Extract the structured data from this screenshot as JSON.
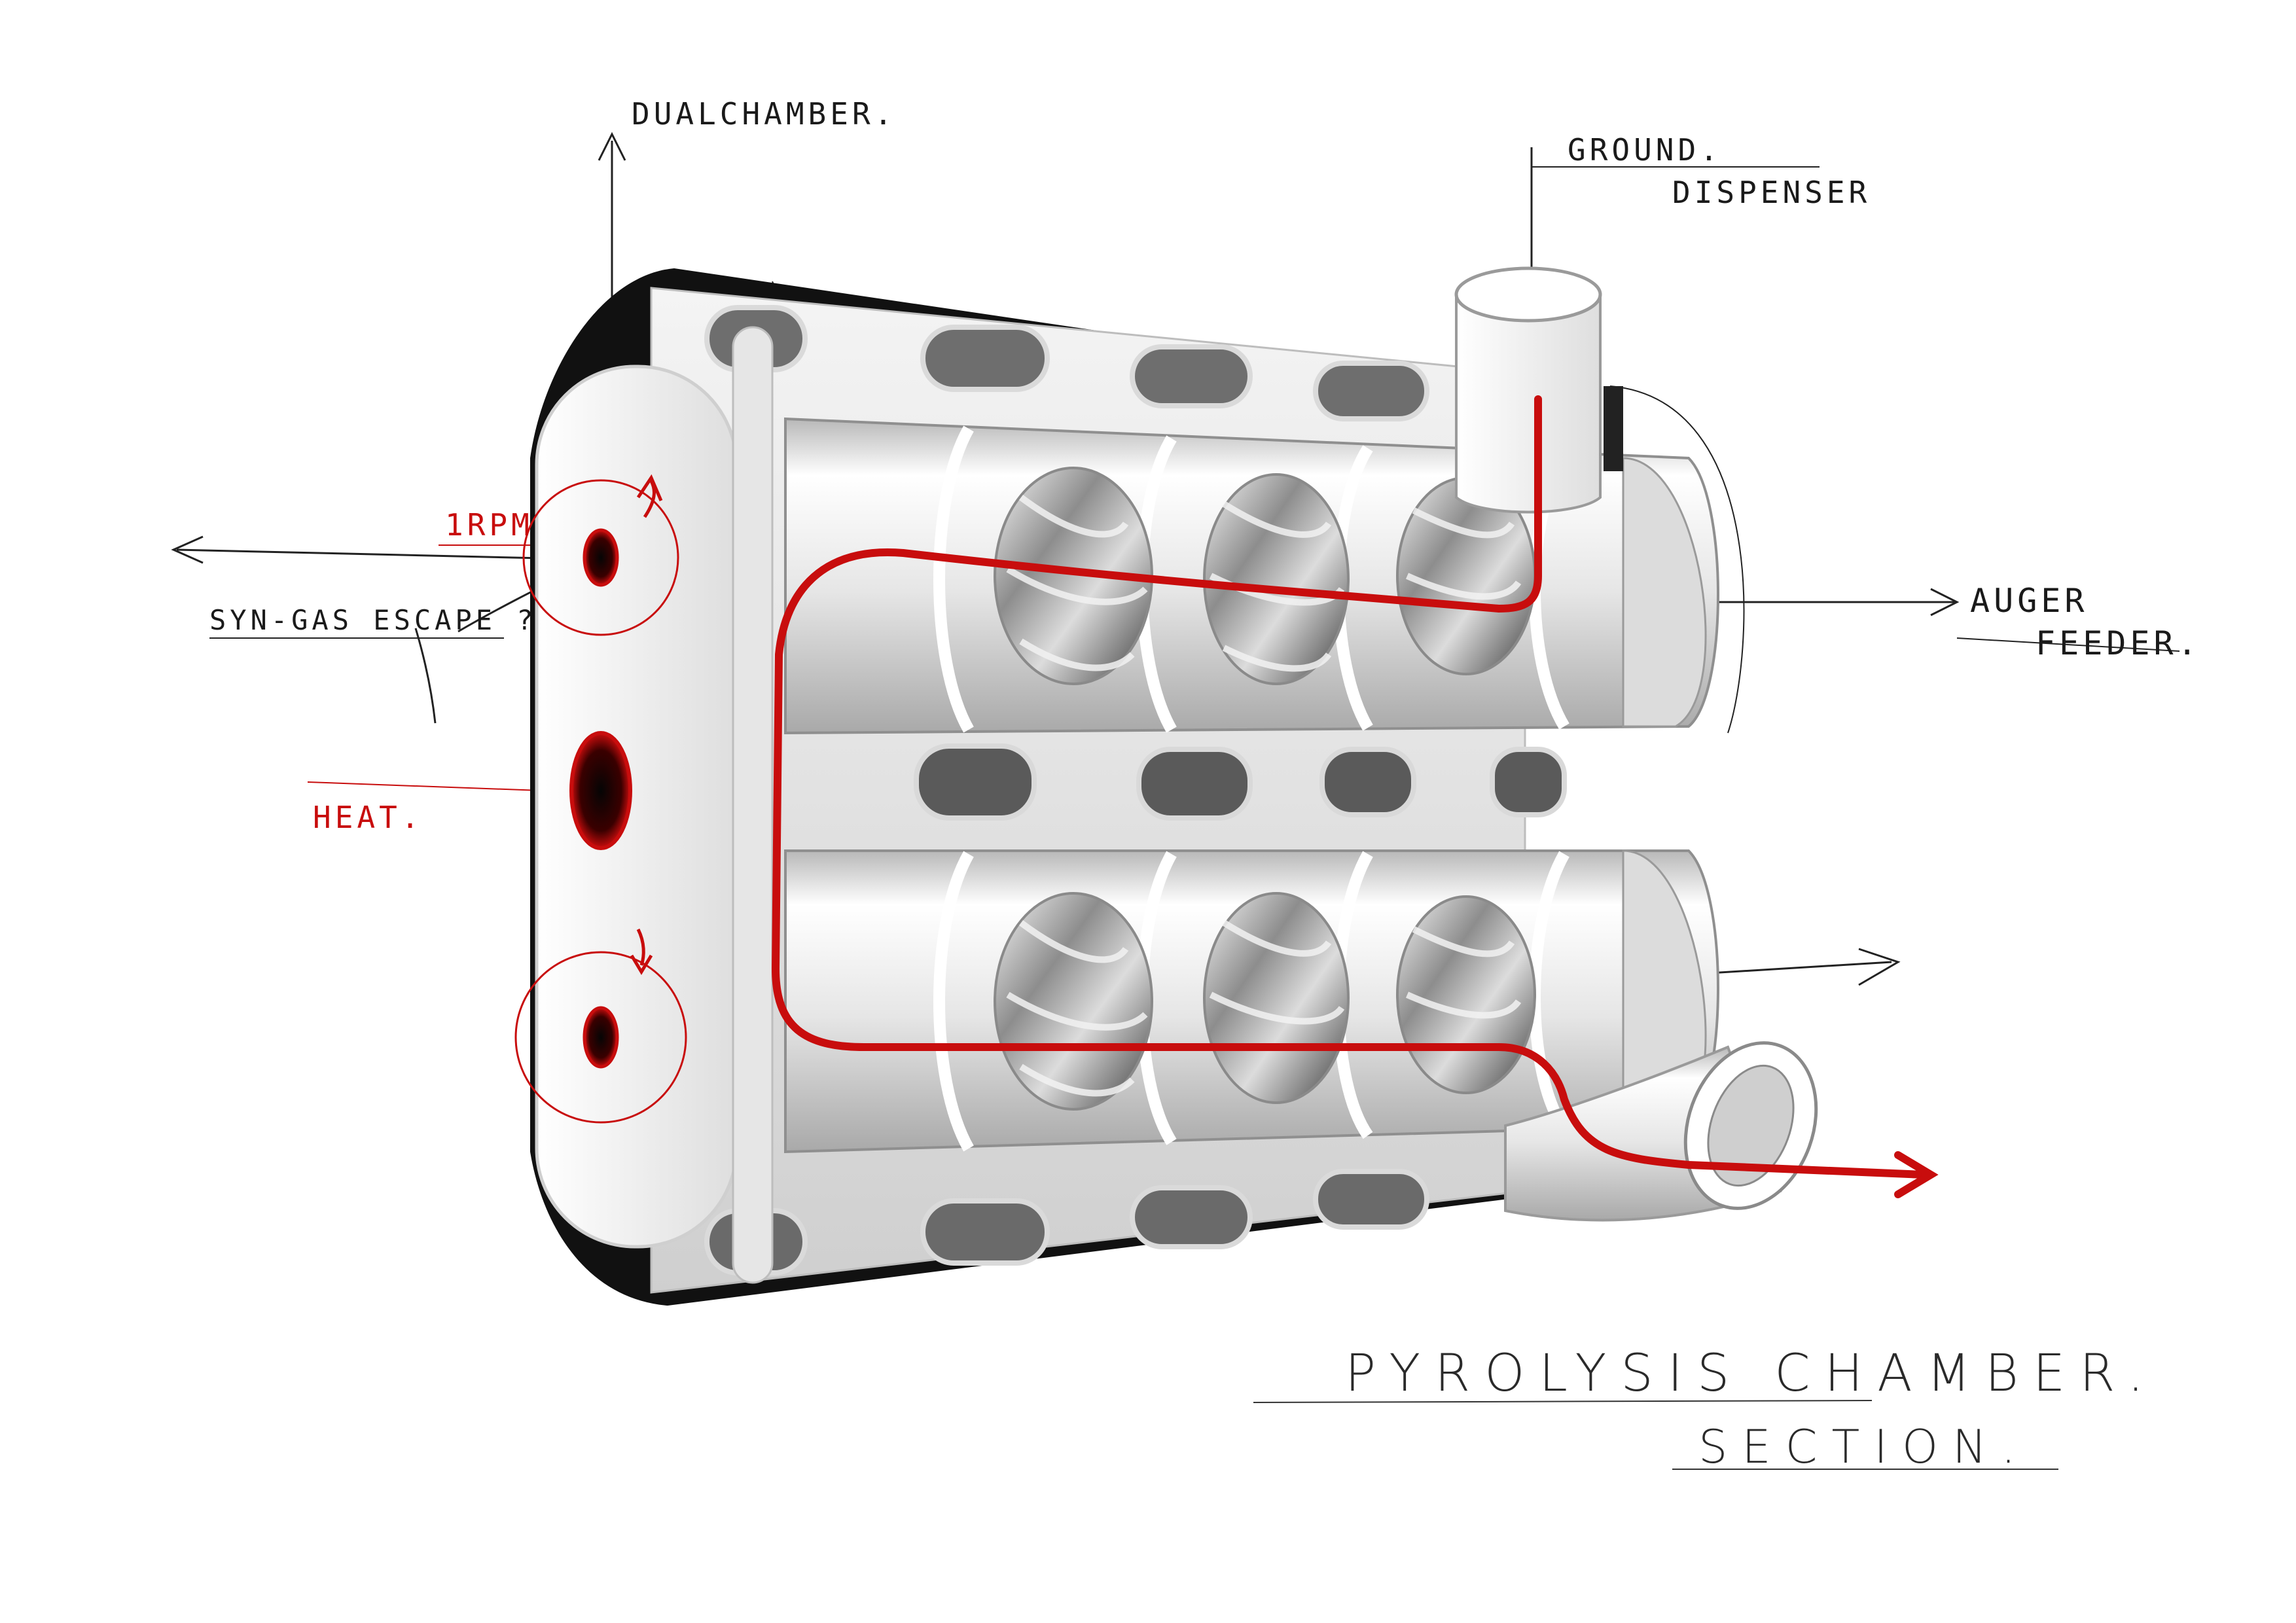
{
  "colors": {
    "flow_red": "#c80d0d",
    "body_light": "#eeeeee",
    "body_shadow": "#9a9a9a",
    "shell_dark": "#111111",
    "ink": "#1a1a1a"
  },
  "labels": {
    "dual_chamber": "DUALCHAMBER.",
    "ground": "GROUND.",
    "dispenser": "DISPENSER",
    "rpm": "1RPM",
    "syngas": "SYN-GAS ESCAPE ?",
    "heat": "HEAT.",
    "auger": "AUGER",
    "feeder": "FEEDER.",
    "title_line1": "PYROLYSIS CHAMBER.",
    "title_line2": "SECTION."
  },
  "icons": {
    "rotation_top": "clockwise-rotation-arrow-icon",
    "rotation_bottom": "clockwise-rotation-arrow-icon",
    "flow_arrow": "red-flow-arrow-icon"
  }
}
